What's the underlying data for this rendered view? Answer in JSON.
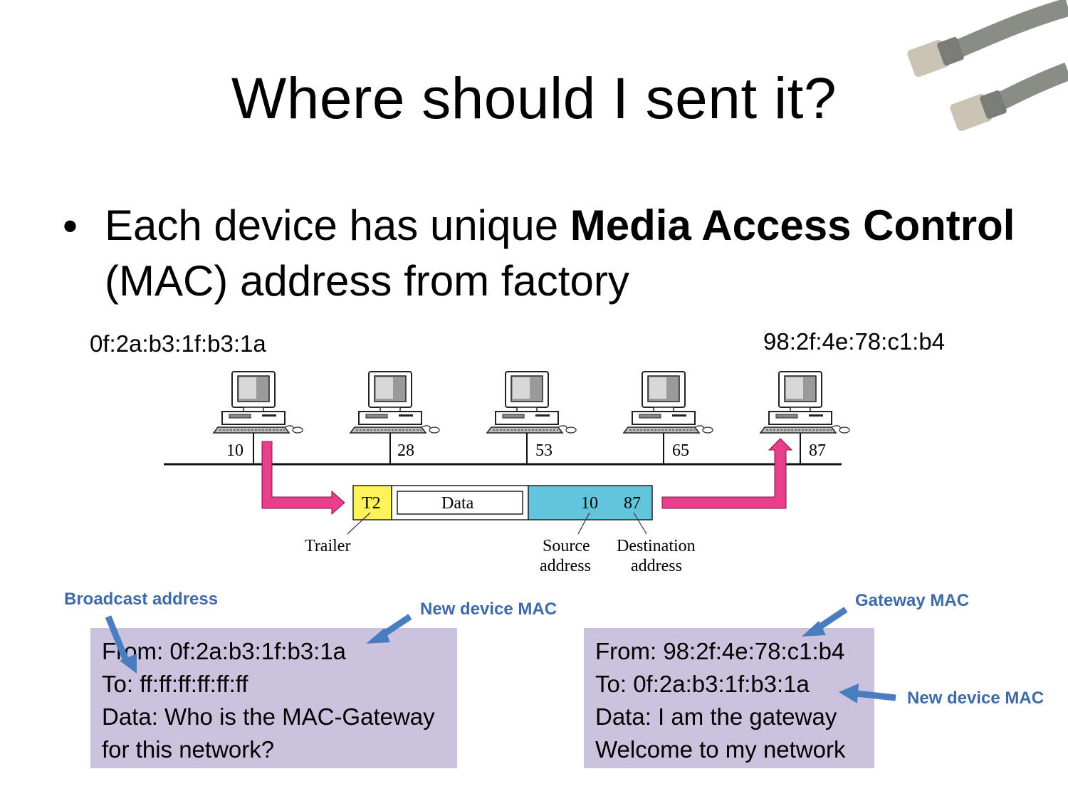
{
  "slide": {
    "title": "Where should I sent it?",
    "bullet_prefix": "Each device has unique ",
    "bullet_bold": "Media Access Control",
    "bullet_suffix": " (MAC) address from factory"
  },
  "macs": {
    "left": "0f:2a:b3:1f:b3:1a",
    "right": "98:2f:4e:78:c1:b4"
  },
  "network": {
    "nodes": [
      "10",
      "28",
      "53",
      "65",
      "87"
    ],
    "frame": {
      "trailer": "T2",
      "data": "Data",
      "source": "10",
      "destination": "87"
    },
    "labels": {
      "trailer": "Trailer",
      "source_1": "Source",
      "source_2": "address",
      "destination_1": "Destination",
      "destination_2": "address"
    }
  },
  "annotations": {
    "broadcast": "Broadcast address",
    "new_device_left": "New device MAC",
    "gateway": "Gateway MAC",
    "new_device_right": "New device MAC"
  },
  "messages": {
    "left": [
      "From: 0f:2a:b3:1f:b3:1a",
      "To: ff:ff:ff:ff:ff:ff",
      "Data: Who is the MAC-Gateway",
      "for this network?"
    ],
    "right": [
      "From: 98:2f:4e:78:c1:b4",
      "To: 0f:2a:b3:1f:b3:1a",
      "Data: I am the gateway",
      "Welcome to my network"
    ]
  },
  "colors": {
    "pink_arrow": "#e83e8c",
    "trailer_fill": "#fff25a",
    "header_fill": "#63c5dd",
    "note_blue": "#3e6aa8",
    "box_fill": "#cbc3de"
  }
}
